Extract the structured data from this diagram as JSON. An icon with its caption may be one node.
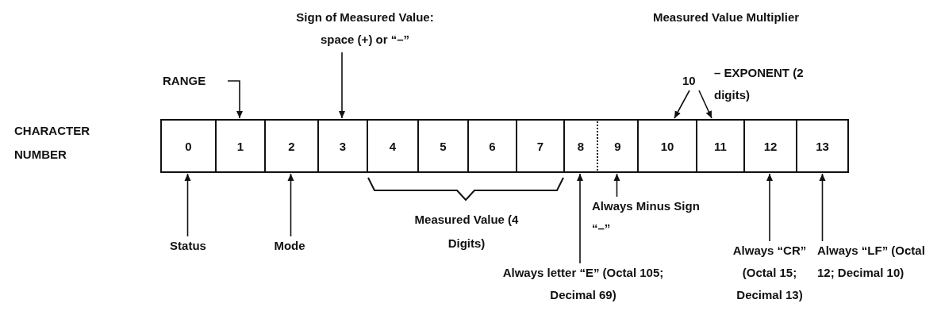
{
  "diagram": {
    "nodes": [
      {
        "text": [
          "Sign of Measured Value: space (+) or “–”"
        ]
      },
      {
        "text": [
          "Measured Value Multiplier",
          "10",
          "– EXPONENT (2 digits)"
        ]
      },
      {
        "text": [
          "RANGE"
        ]
      },
      {
        "text": [
          "0"
        ]
      },
      {
        "text": [
          "1"
        ]
      },
      {
        "text": [
          "2"
        ]
      },
      {
        "text": [
          "3"
        ]
      },
      {
        "text": [
          "4"
        ]
      },
      {
        "text": [
          "5"
        ]
      },
      {
        "text": [
          "6"
        ]
      },
      {
        "text": [
          "7"
        ]
      },
      {
        "text": [
          "8"
        ]
      },
      {
        "text": [
          "9"
        ]
      },
      {
        "text": [
          "10"
        ]
      },
      {
        "text": [
          "11"
        ]
      },
      {
        "text": [
          "12"
        ]
      },
      {
        "text": [
          "13"
        ]
      },
      {
        "text": [
          "Always Minus Sign “–”"
        ]
      },
      {
        "text": [
          "Status"
        ]
      },
      {
        "text": [
          "Mode"
        ]
      },
      {
        "text": [
          "Always “CR” (Octal 15; Decimal 13)"
        ]
      },
      {
        "text": [
          "Always “LF” (Octal 12; Decimal 10)"
        ]
      },
      {
        "text": [
          "Always letter “E” (Octal 105; Decimal 69)"
        ]
      }
    ],
    "edges": [
      {
        "from": 2,
        "to": 4,
        "arrow": "to"
      },
      {
        "from": 0,
        "to": 6,
        "arrow": "to"
      },
      {
        "from": 1,
        "to": 13,
        "arrow": "to"
      },
      {
        "from": 1,
        "to": 14,
        "arrow": "to"
      },
      {
        "from": 18,
        "to": 3,
        "arrow": "to"
      },
      {
        "from": 19,
        "to": 5,
        "arrow": "to"
      },
      {
        "from": 22,
        "to": 11,
        "arrow": "to"
      },
      {
        "from": 17,
        "to": 12,
        "arrow": "to"
      },
      {
        "from": 20,
        "to": 15,
        "arrow": "to"
      },
      {
        "from": 21,
        "to": 16,
        "arrow": "to"
      }
    ],
    "labels": [
      "CHARACTER NUMBER",
      "Measured Value (4 Digits)"
    ]
  }
}
